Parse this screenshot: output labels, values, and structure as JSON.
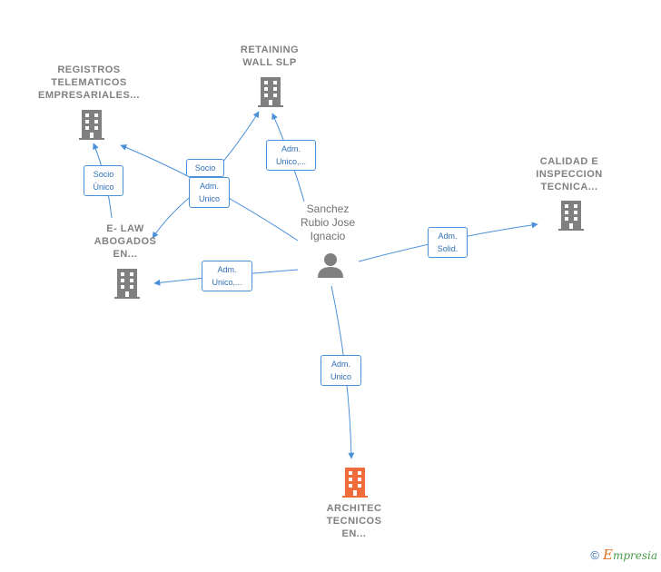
{
  "nodes": {
    "registros": {
      "label": "REGISTROS\nTELEMATICOS\nEMPRESARIALES...",
      "icon": "building-icon",
      "color": "#808080"
    },
    "retaining": {
      "label": "RETAINING\nWALL SLP",
      "icon": "building-icon",
      "color": "#808080"
    },
    "calidad": {
      "label": "CALIDAD E\nINSPECCION\nTECNICA...",
      "icon": "building-icon",
      "color": "#808080"
    },
    "elaw": {
      "label": "E- LAW\nABOGADOS\nEN...",
      "icon": "building-icon",
      "color": "#808080"
    },
    "architec": {
      "label": "ARCHITEC\nTECNICOS\nEN...",
      "icon": "building-icon",
      "color": "#f26b3a"
    },
    "person": {
      "label": "Sanchez\nRubio Jose\nIgnacio",
      "icon": "person-icon",
      "color": "#808080"
    }
  },
  "edges": {
    "socio_unico": "Socio\nÚnico",
    "socio": "Socio",
    "adm_unico_registros": "Adm.\nUnico",
    "adm_unico_retaining": "Adm.\nUnico,...",
    "adm_solid": "Adm.\nSolid.",
    "adm_unico_elaw": "Adm.\nUnico,...",
    "adm_unico_architec": "Adm.\nUnico"
  },
  "colors": {
    "edge": "#4a90d9",
    "building": "#808080",
    "highlight": "#f26b3a"
  },
  "footer": {
    "copyright": "©",
    "brand_e": "E",
    "brand": "mpresia"
  }
}
